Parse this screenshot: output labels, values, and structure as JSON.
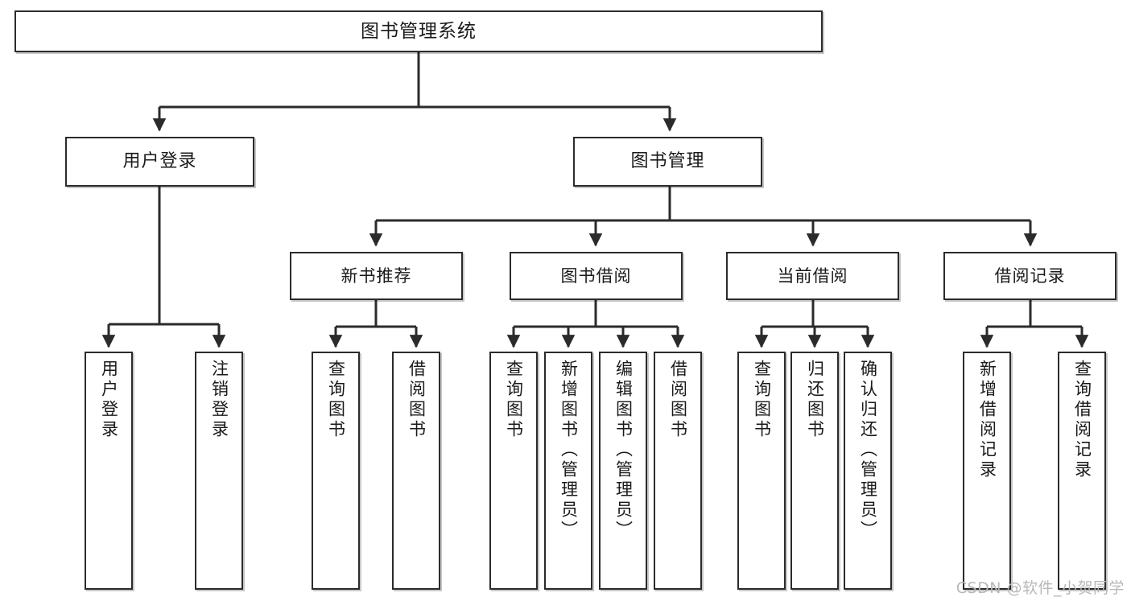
{
  "diagram": {
    "title": "图书管理系统",
    "type": "tree",
    "watermark": "CSDN @软件_小贺同学",
    "colors": {
      "box_border": "#2b2b2b",
      "box_fill": "#ffffff",
      "edge": "#2b2b2b",
      "text": "#1a1a1a",
      "watermark": "#b8b8b8"
    },
    "root": {
      "label": "图书管理系统"
    },
    "level2": [
      {
        "label": "用户登录"
      },
      {
        "label": "图书管理"
      }
    ],
    "level3": [
      {
        "label": "新书推荐"
      },
      {
        "label": "图书借阅"
      },
      {
        "label": "当前借阅"
      },
      {
        "label": "借阅记录"
      }
    ],
    "leaves": {
      "user_login": [
        {
          "label": "用户登录"
        },
        {
          "label": "注销登录"
        }
      ],
      "new_book_recommend": [
        {
          "label": "查询图书"
        },
        {
          "label": "借阅图书"
        }
      ],
      "book_borrow": [
        {
          "label": "查询图书"
        },
        {
          "label": "新增图书（管理员）"
        },
        {
          "label": "编辑图书（管理员）"
        },
        {
          "label": "借阅图书"
        }
      ],
      "current_borrow": [
        {
          "label": "查询图书"
        },
        {
          "label": "归还图书"
        },
        {
          "label": "确认归还（管理员）"
        }
      ],
      "borrow_record": [
        {
          "label": "新增借阅记录"
        },
        {
          "label": "查询借阅记录"
        }
      ]
    }
  }
}
